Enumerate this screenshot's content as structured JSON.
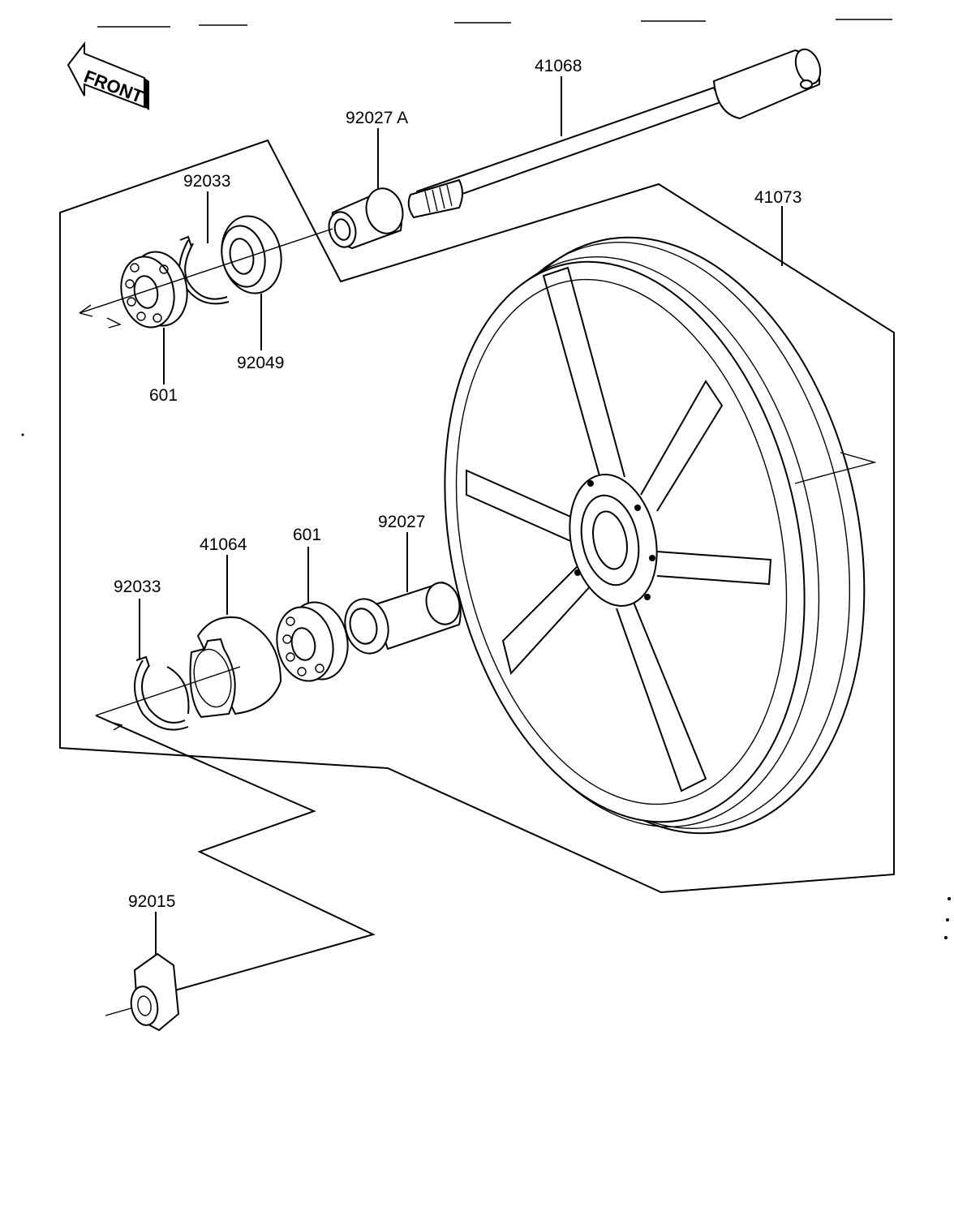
{
  "front_marker": "FRONT",
  "labels": {
    "axle": "41068",
    "collar_a": "92027 A",
    "wheel": "41073",
    "circlip_top": "92033",
    "seal_top": "92049",
    "bearing_top": "601",
    "coupling": "41064",
    "bearing_bottom": "601",
    "collar": "92027",
    "circlip_bottom": "92033",
    "nut": "92015"
  }
}
